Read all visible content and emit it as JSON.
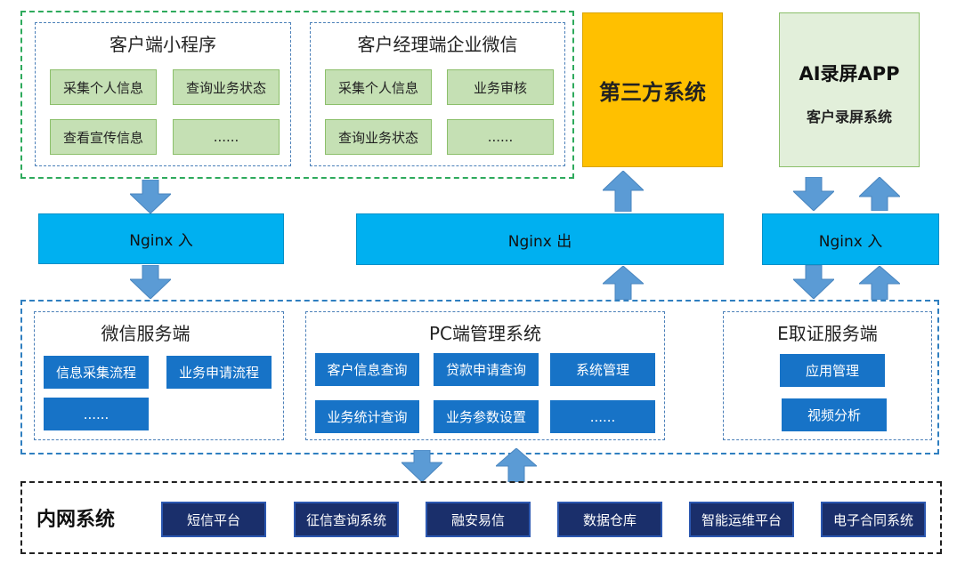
{
  "client_group": {
    "mini_program": {
      "title": "客户端小程序",
      "items": [
        "采集个人信息",
        "查询业务状态",
        "查看宣传信息",
        "......"
      ]
    },
    "manager_wechat": {
      "title": "客户经理端企业微信",
      "items": [
        "采集个人信息",
        "业务审核",
        "查询业务状态",
        "......"
      ]
    }
  },
  "third_party": {
    "title": "第三方系统"
  },
  "ai_app": {
    "title": "AI录屏APP",
    "subtitle": "客户录屏系统"
  },
  "nginx": {
    "in_left": "Nginx 入",
    "out_middle": "Nginx 出",
    "in_right": "Nginx 入"
  },
  "server_group": {
    "wechat_server": {
      "title": "微信服务端",
      "items": [
        "信息采集流程",
        "业务申请流程",
        "......"
      ]
    },
    "pc_admin": {
      "title": "PC端管理系统",
      "items": [
        "客户信息查询",
        "贷款申请查询",
        "系统管理",
        "业务统计查询",
        "业务参数设置",
        "......"
      ]
    },
    "e_evidence": {
      "title": "E取证服务端",
      "items": [
        "应用管理",
        "视频分析"
      ]
    }
  },
  "intranet": {
    "title": "内网系统",
    "items": [
      "短信平台",
      "征信查询系统",
      "融安易信",
      "数据仓库",
      "智能运维平台",
      "电子合同系统"
    ]
  },
  "colors": {
    "green_fill": "#c5e0b4",
    "blue_fill": "#1773c7",
    "nginx_fill": "#00b0f0",
    "third_party_fill": "#ffc000",
    "ai_fill": "#e2efda",
    "intranet_fill": "#1a2f6b",
    "arrow_fill": "#5b9bd5"
  }
}
